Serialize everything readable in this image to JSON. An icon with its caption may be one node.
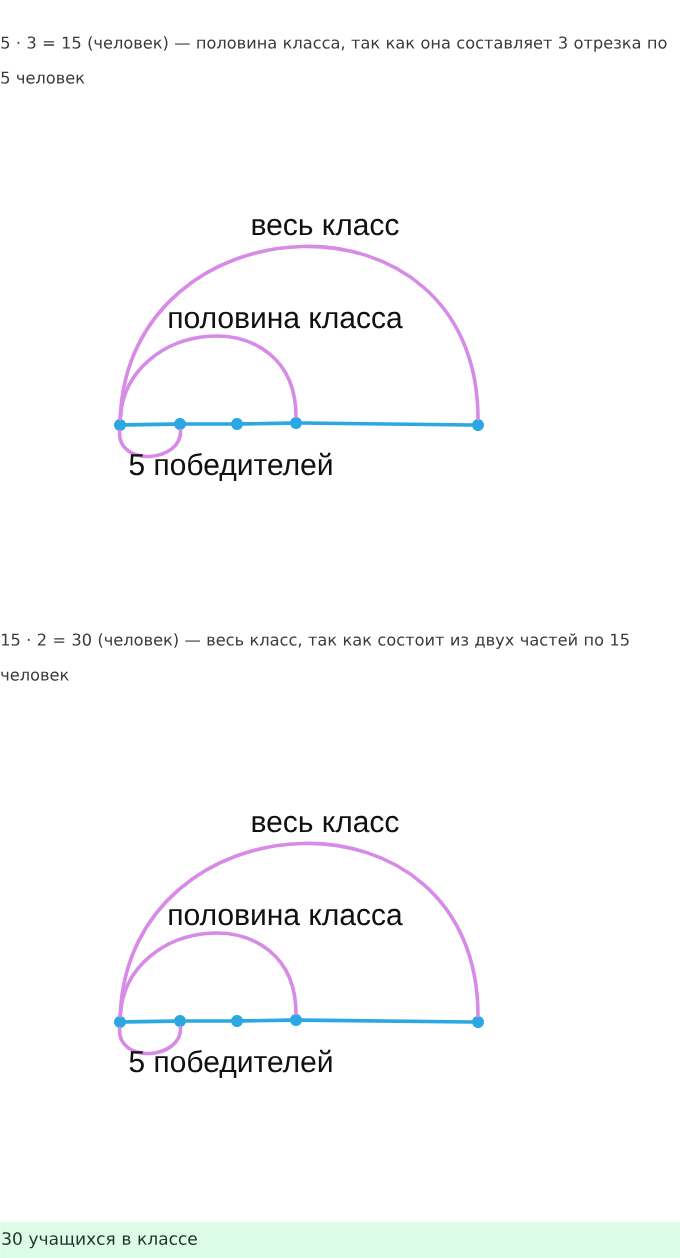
{
  "diagram": {
    "nodes": [
      {
        "text": [],
        "shape": "circle"
      },
      {
        "text": [],
        "shape": "circle"
      },
      {
        "text": [],
        "shape": "circle"
      },
      {
        "text": [],
        "shape": "circle"
      },
      {
        "text": [],
        "shape": "circle"
      },
      {
        "text": [],
        "shape": "circle"
      },
      {
        "text": [],
        "shape": "circle"
      },
      {
        "text": [],
        "shape": "circle"
      },
      {
        "text": [],
        "shape": "circle"
      },
      {
        "text": [],
        "shape": "circle"
      },
      {
        "text": [
          "30 учащихся в классе"
        ]
      }
    ],
    "edges": [
      {
        "from": 0,
        "to": 1,
        "arrow": "none"
      },
      {
        "from": 1,
        "to": 2,
        "arrow": "none"
      },
      {
        "from": 2,
        "to": 3,
        "arrow": "none"
      },
      {
        "from": 3,
        "to": 4,
        "arrow": "none"
      },
      {
        "from": 0,
        "to": 4,
        "arrow": "none",
        "label": "весь класс",
        "color": "#d78ae6"
      },
      {
        "from": 0,
        "to": 3,
        "arrow": "none",
        "label": "половина класса",
        "color": "#d78ae6"
      },
      {
        "from": 0,
        "to": 1,
        "arrow": "none",
        "label": "5 победителей",
        "color": "#d78ae6"
      },
      {
        "from": 5,
        "to": 6,
        "arrow": "none"
      },
      {
        "from": 6,
        "to": 7,
        "arrow": "none"
      },
      {
        "from": 7,
        "to": 8,
        "arrow": "none"
      },
      {
        "from": 8,
        "to": 9,
        "arrow": "none"
      },
      {
        "from": 5,
        "to": 9,
        "arrow": "none",
        "label": "весь класс",
        "color": "#d78ae6"
      },
      {
        "from": 5,
        "to": 8,
        "arrow": "none",
        "label": "половина класса",
        "color": "#d78ae6"
      },
      {
        "from": 5,
        "to": 6,
        "arrow": "none",
        "label": "5 победителей",
        "color": "#d78ae6"
      }
    ],
    "labels": [
      "5 · 3 = 15 (человек) — половина класса, так как она составляет 3 отрезка по 5 человек",
      "15 · 2 = 30 (человек) — весь класс, так как состоит из двух частей по 15 человек"
    ]
  }
}
